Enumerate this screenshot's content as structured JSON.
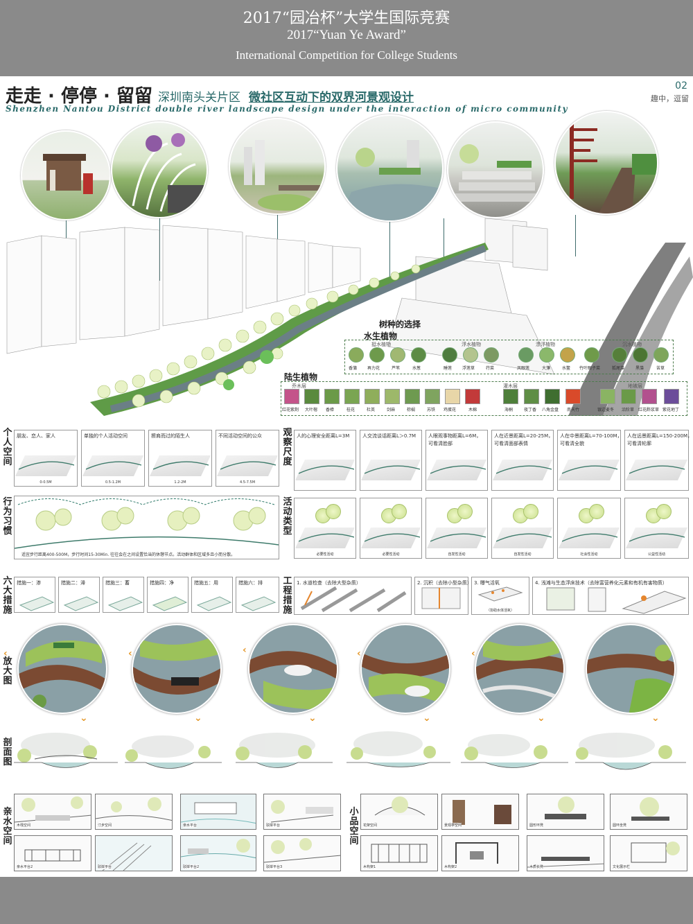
{
  "header": {
    "line1": "2017“园冶杯”大学生国际竞赛",
    "line2": "2017“Yuan Ye Award”",
    "line3": "International Competition for College Students"
  },
  "title": {
    "main": "走走 · 停停 · 留留",
    "sub_prefix": "深圳南头关片区",
    "sub_main": "微社区互动下的双界河景观设计",
    "english": "Shenzhen Nantou District double river landscape design under the interaction of micro community",
    "page_number": "02",
    "page_tag": "趣中，逗留"
  },
  "plants": {
    "heading": "树种的选择",
    "aquatic_title": "水生植物",
    "terrestrial_title": "陆生植物",
    "aquatic_groups": [
      {
        "name": "挺水植物",
        "items": [
          "香蒲",
          "再力花",
          "芦苇",
          "水葱"
        ]
      },
      {
        "name": "浮水植物",
        "items": [
          "睡莲",
          "浮莲草",
          "荇菜"
        ]
      },
      {
        "name": "漂浮植物",
        "items": [
          "凤眼莲",
          "大薸",
          "水鳖"
        ]
      },
      {
        "name": "沉水植物",
        "items": [
          "竹叶眼子菜",
          "狐尾藻",
          "黑藻",
          "苦草"
        ]
      }
    ],
    "terrestrial_groups": [
      {
        "name": "乔木层",
        "items": [
          "红花紫荆",
          "大叶榕",
          "香樟",
          "桂花",
          "杜英",
          "剑麻",
          "棕榈",
          "苏铁",
          "鸡蛋花",
          "木棉"
        ]
      },
      {
        "name": "灌木层",
        "items": [
          "海桐",
          "夜丁香",
          "八角金盘",
          "南天竹"
        ]
      },
      {
        "name": "地被层",
        "items": [
          "银边麦冬",
          "沿阶草",
          "红花酢浆草",
          "紫花地丁"
        ]
      }
    ]
  },
  "labels": {
    "personal_space": "个人空间",
    "behavior": "行为习惯",
    "observation": "观察尺度",
    "activity": "活动类型",
    "six_measures": "六大措施",
    "engineering": "工程措施",
    "enlarged": "放大图",
    "section": "剖面图",
    "waterfront": "亲水空间",
    "small_building": "小品空间"
  },
  "personal_space": [
    {
      "text": "朋友、恋人、家人",
      "dist": "0-0.5M"
    },
    {
      "text": "单独的个人活动空间",
      "dist": "0.5-1.2M"
    },
    {
      "text": "擦肩而过的陌生人",
      "dist": "1.2-2M"
    },
    {
      "text": "不同活动空间的公众",
      "dist": "4.5-7.5M"
    }
  ],
  "observation": [
    {
      "text": "人的心理安全距离L=3M",
      "sub": ""
    },
    {
      "text": "人交流谈话距离L＞0.7M",
      "sub": ""
    },
    {
      "text": "人眼观事物距离L=6M，",
      "sub": "可看清脸部"
    },
    {
      "text": "人在近景距离L=20-25M，",
      "sub": "可看清面部表情"
    },
    {
      "text": "人在中景距离L=70-100M，",
      "sub": "可看清全貌"
    },
    {
      "text": "人在远景距离L=150-200M，",
      "sub": "可看清轮廓"
    }
  ],
  "behavior": {
    "caption": "适宜步行距离400-500M，步行时间15-30Min. 往往会在之间设置恰当的休憩节点。活动群体和区域多且小而分散。"
  },
  "activity": [
    {
      "label": "必要性活动"
    },
    {
      "label": "必要性活动"
    },
    {
      "label": "自发性活动"
    },
    {
      "label": "自发性活动"
    },
    {
      "label": "社会性活动"
    },
    {
      "label": "公益性活动"
    }
  ],
  "measures": [
    "措施一：渗",
    "措施二：滞",
    "措施三：蓄",
    "措施四：净",
    "措施五：用",
    "措施六：排"
  ],
  "engineering": [
    {
      "title": "1. 水道检查（去除大型杂质）"
    },
    {
      "title": "2. 沉积（去除小型杂质）"
    },
    {
      "title": "3. 曝气活氧",
      "note": "（协助水体活氧）"
    },
    {
      "title": "4. 浅滩与生态浮床技术（去除富营养化元素和有机有害物质）"
    }
  ],
  "thumbs_left": [
    "木栈空间",
    "汀步空间",
    "亲水平台",
    "驳岸平台",
    "亲水平台2",
    "驳岸平台",
    "驳岸平台2",
    "驳岸平台3"
  ],
  "thumbs_right": [
    "花架空间",
    "景观亭空间",
    "圆形环凳",
    "圆环坐凳",
    "木构架1",
    "木构架2",
    "木质长凳",
    "文化展示栏"
  ]
}
